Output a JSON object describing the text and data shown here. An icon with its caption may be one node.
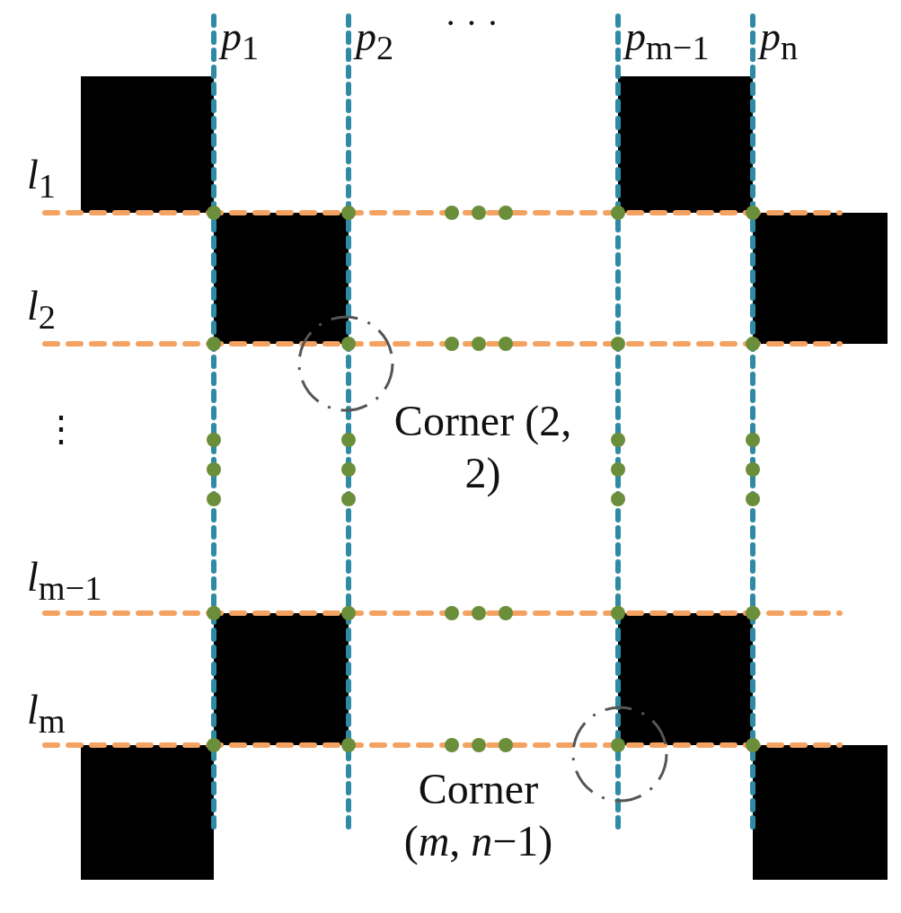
{
  "diagram": {
    "labels": [
      "*p*$_{1}$",
      "*p*$_{2}$",
      "· · ·",
      "*p*$_{m−1}$",
      "*p*$_{n}$",
      "*l*$_{1}$",
      "*l*$_{2}$",
      "⋮",
      "*l*$_{m−1}$",
      "*l*$_{m}$",
      "Corner (2, 2)",
      "Corner (*m*, *n*−1)"
    ]
  }
}
